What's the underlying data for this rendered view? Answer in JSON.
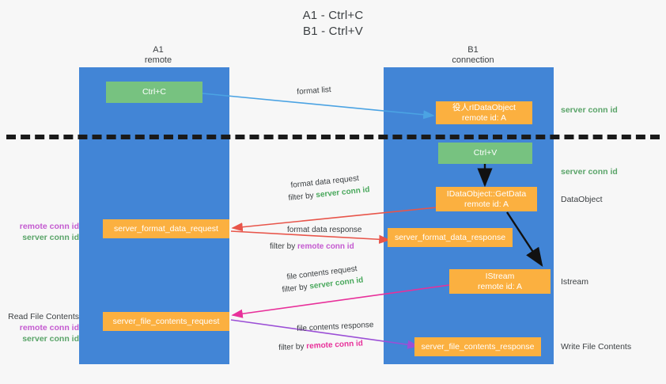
{
  "title": {
    "line1": "A1 - Ctrl+C",
    "line2": "B1 - Ctrl+V"
  },
  "columns": [
    {
      "name": "A1",
      "sub": "remote"
    },
    {
      "name": "B1",
      "sub": "connection"
    }
  ],
  "boxes": {
    "ctrl_c": "Ctrl+C",
    "data_object_top_l1": "役人rIDataObject",
    "data_object_top_l2": "remote id: A",
    "ctrl_v": "Ctrl+V",
    "get_data_l1": "IDataObject::GetData",
    "get_data_l2": "remote id: A",
    "format_data_request": "server_format_data_request",
    "format_data_response": "server_format_data_response",
    "istream_l1": "IStream",
    "istream_l2": "remote id: A",
    "file_contents_request": "server_file_contents_request",
    "file_contents_response": "server_file_contents_response"
  },
  "captions": {
    "format_list": "format list",
    "format_data_request": "format data request",
    "format_data_request_filter_pre": "filter by ",
    "format_data_request_filter_key": "server conn id",
    "format_data_response": "format data response",
    "format_data_response_filter_pre": "filter by ",
    "format_data_response_filter_key": "remote conn id",
    "file_contents_request": "file contents request",
    "file_contents_request_filter_pre": "filter by ",
    "file_contents_request_filter_key": "server conn id",
    "file_contents_response": "file contents response",
    "file_contents_response_filter_pre": "filter by ",
    "file_contents_response_filter_key": "remote conn id"
  },
  "right_labels": {
    "server_conn_id_top": "server conn id",
    "server_conn_id_mid": "server conn id",
    "data_object": "DataObject",
    "istream": "Istream",
    "write_file_contents": "Write File Contents"
  },
  "left_labels": {
    "remote_conn_id_1": "remote conn id",
    "server_conn_id_1": "server conn id",
    "read_file_contents": "Read File Contents",
    "remote_conn_id_2": "remote conn id",
    "server_conn_id_2": "server conn id"
  },
  "colors": {
    "lane": "#4285d6",
    "green_box": "#77c280",
    "orange_box": "#fbb040",
    "arrow_blue": "#4ba3e3",
    "arrow_red": "#e8554a",
    "arrow_pink": "#e8309a",
    "arrow_purple": "#9b4fd6",
    "arrow_black": "#111111",
    "text_green": "#49a85c",
    "text_purple": "#c45ad0",
    "background": "#f7f7f7"
  }
}
